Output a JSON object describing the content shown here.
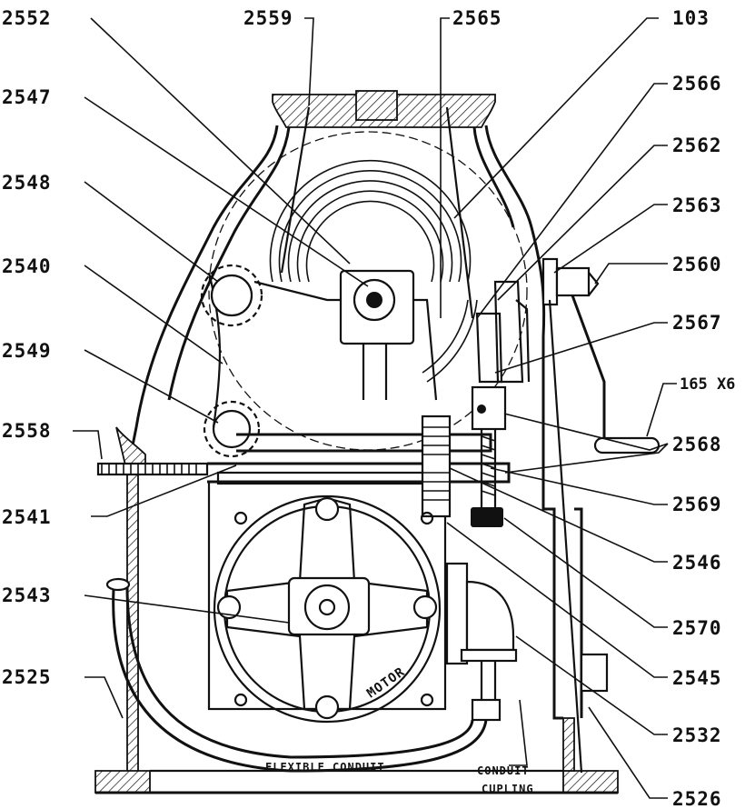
{
  "labels": {
    "l2552": "2552",
    "l2559": "2559",
    "l2565": "2565",
    "l103": "103",
    "l2566": "2566",
    "l2547": "2547",
    "l2562": "2562",
    "l2548": "2548",
    "l2563": "2563",
    "l2540": "2540",
    "l2560": "2560",
    "l2567": "2567",
    "l2549": "2549",
    "l165x6": "165 X6",
    "l2558": "2558",
    "l2568": "2568",
    "l2541": "2541",
    "l2569": "2569",
    "l2546": "2546",
    "l2543": "2543",
    "l2570": "2570",
    "l2525": "2525",
    "l2545": "2545",
    "l2532": "2532",
    "l2526": "2526"
  },
  "annotations": {
    "motor": "MOTOR",
    "flexible_conduit": "FLEXIBLE CONDUIT",
    "conduit_line1": "CONDUIT",
    "conduit_line2": "CUPLING"
  }
}
